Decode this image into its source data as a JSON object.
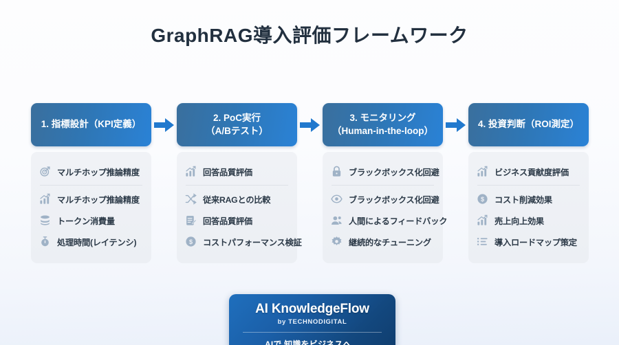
{
  "title": "GraphRAG導入評価フレームワーク",
  "colors": {
    "header_gradient_start": "#3a6f9d",
    "header_gradient_end": "#2a82d6",
    "arrow": "#2179ce",
    "panel_bg": "#eceff4",
    "icon": "#9fb2c6",
    "text": "#2c3a48",
    "badge_gradient_start": "#1f6fbd",
    "badge_gradient_end": "#0f3c6c",
    "page_bg": "#fcfdfe"
  },
  "stages": [
    {
      "header_line1": "1. 指標設計（KPI定義）",
      "header_line2": "",
      "items": [
        {
          "icon": "target-icon",
          "label": "マルチホップ推論精度"
        },
        {
          "icon": "trend-chart-icon",
          "label": "マルチホップ推論精度"
        },
        {
          "icon": "database-icon",
          "label": "トークン消費量"
        },
        {
          "icon": "stopwatch-icon",
          "label": "処理時間(レイテンシ)"
        }
      ]
    },
    {
      "header_line1": "2. PoC実行",
      "header_line2": "（A/Bテスト）",
      "items": [
        {
          "icon": "trend-chart-icon",
          "label": "回答品質評価"
        },
        {
          "icon": "shuffle-icon",
          "label": "従来RAGとの比較"
        },
        {
          "icon": "clipboard-edit-icon",
          "label": "回答品質評価"
        },
        {
          "icon": "dollar-circle-icon",
          "label": "コストパフォーマンス検証"
        }
      ]
    },
    {
      "header_line1": "3. モニタリング",
      "header_line2": "（Human-in-the-loop）",
      "items": [
        {
          "icon": "lock-icon",
          "label": "ブラックボックス化回避"
        },
        {
          "icon": "eye-icon",
          "label": "ブラックボックス化回避"
        },
        {
          "icon": "users-icon",
          "label": "人間によるフィードバック"
        },
        {
          "icon": "gear-icon",
          "label": "継続的なチューニング"
        }
      ]
    },
    {
      "header_line1": "4. 投資判断（ROI測定）",
      "header_line2": "",
      "items": [
        {
          "icon": "trend-chart-icon",
          "label": "ビジネス貢献度評価"
        },
        {
          "icon": "dollar-circle-icon",
          "label": "コスト削減効果"
        },
        {
          "icon": "trend-chart-icon",
          "label": "売上向上効果"
        },
        {
          "icon": "list-icon",
          "label": "導入ロードマップ策定"
        }
      ]
    }
  ],
  "arrows": [
    {
      "icon": "arrow-right-icon"
    },
    {
      "icon": "arrow-right-icon"
    },
    {
      "icon": "arrow-right-icon"
    }
  ],
  "badge": {
    "title": "AI KnowledgeFlow",
    "subtitle": "by TECHNODIGITAL",
    "tagline": "AIで 知識をビジネスへ。"
  }
}
